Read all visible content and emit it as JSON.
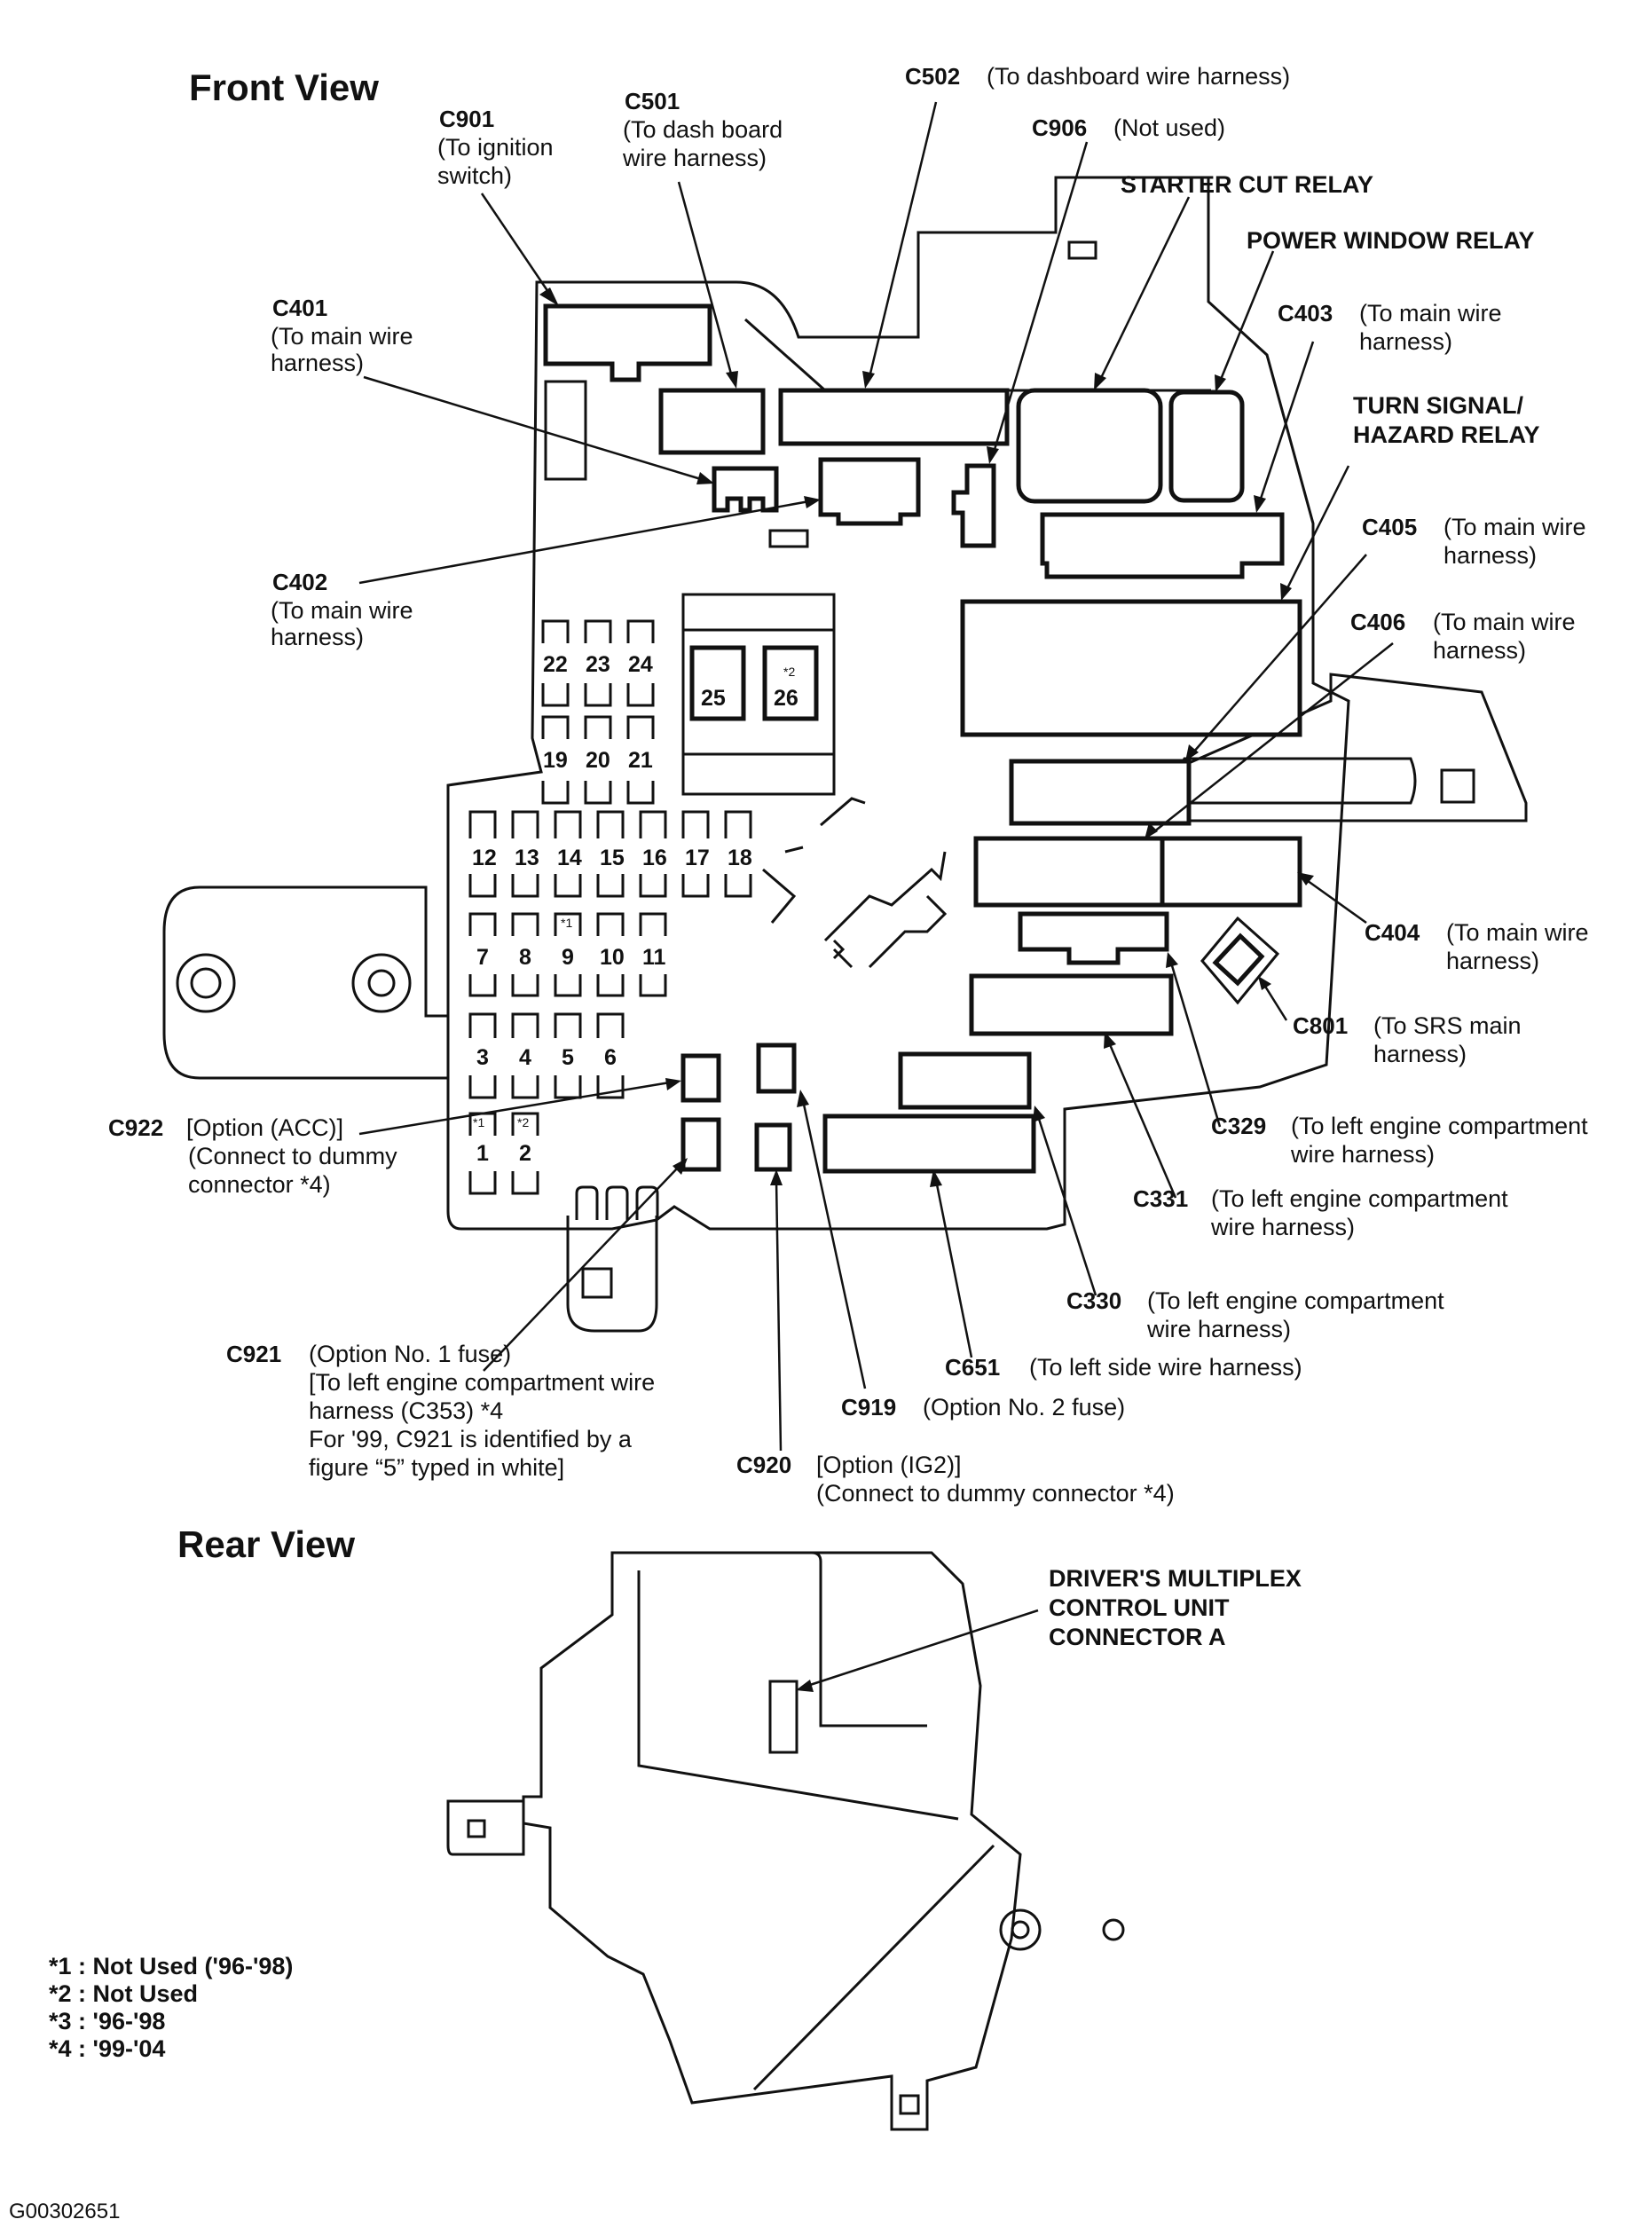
{
  "titles": {
    "front": "Front View",
    "rear": "Rear View"
  },
  "labels": {
    "c901": {
      "code": "C901",
      "lines": [
        "(To ignition",
        "switch)"
      ]
    },
    "c501": {
      "code": "C501",
      "lines": [
        "(To dash board",
        "wire harness)"
      ]
    },
    "c502": {
      "code": "C502",
      "desc": "(To dashboard wire harness)"
    },
    "c906": {
      "code": "C906",
      "desc": "(Not used)"
    },
    "starter": "STARTER CUT RELAY",
    "powerwin": "POWER WINDOW RELAY",
    "c401": {
      "code": "C401",
      "lines": [
        "(To main wire",
        "harness)"
      ]
    },
    "c403": {
      "code": "C403",
      "lines": [
        "(To main wire",
        "harness)"
      ]
    },
    "turn": [
      "TURN SIGNAL/",
      "HAZARD RELAY"
    ],
    "c405": {
      "code": "C405",
      "lines": [
        "(To main wire",
        "harness)"
      ]
    },
    "c402": {
      "code": "C402",
      "lines": [
        "(To main wire",
        "harness)"
      ]
    },
    "c406": {
      "code": "C406",
      "lines": [
        "(To main wire",
        "harness)"
      ]
    },
    "c404": {
      "code": "C404",
      "lines": [
        "(To main wire",
        "harness)"
      ]
    },
    "c801": {
      "code": "C801",
      "lines": [
        "(To SRS main",
        "harness)"
      ]
    },
    "c922": {
      "code": "C922",
      "lines": [
        "[Option (ACC)]",
        "(Connect to dummy",
        "connector *4)"
      ]
    },
    "c329": {
      "code": "C329",
      "lines": [
        "(To left engine compartment",
        "wire harness)"
      ]
    },
    "c331": {
      "code": "C331",
      "lines": [
        "(To left engine compartment",
        "wire harness)"
      ]
    },
    "c330": {
      "code": "C330",
      "lines": [
        "(To left engine compartment",
        "wire harness)"
      ]
    },
    "c921": {
      "code": "C921",
      "lines": [
        "(Option No. 1 fuse)",
        "[To left engine compartment wire",
        "harness (C353) *4",
        "For '99, C921 is identified by a",
        "figure “5” typed in white]"
      ]
    },
    "c651": {
      "code": "C651",
      "desc": "(To left side wire harness)"
    },
    "c919": {
      "code": "C919",
      "desc": "(Option No. 2 fuse)"
    },
    "c920": {
      "code": "C920",
      "lines": [
        "[Option (IG2)]",
        "(Connect to dummy connector *4)"
      ]
    },
    "driver": [
      "DRIVER'S MULTIPLEX",
      "CONTROL UNIT",
      "CONNECTOR A"
    ]
  },
  "fuses": {
    "row1": [
      "22",
      "23",
      "24"
    ],
    "row2": [
      "19",
      "20",
      "21"
    ],
    "row3": [
      "12",
      "13",
      "14",
      "15",
      "16",
      "17",
      "18"
    ],
    "row4": [
      "7",
      "8",
      "9",
      "10",
      "11"
    ],
    "row5": [
      "3",
      "4",
      "5",
      "6"
    ],
    "row6": [
      "1",
      "2"
    ],
    "big": [
      "25",
      "26"
    ],
    "marks": {
      "m1": "*1",
      "m2": "*2",
      "m9": "*1",
      "m26": "*2"
    }
  },
  "notes": [
    "*1 : Not Used ('96-'98)",
    "*2 : Not Used",
    "*3 : '96-'98",
    "*4 : '99-'04"
  ],
  "ref_id": "G00302651"
}
